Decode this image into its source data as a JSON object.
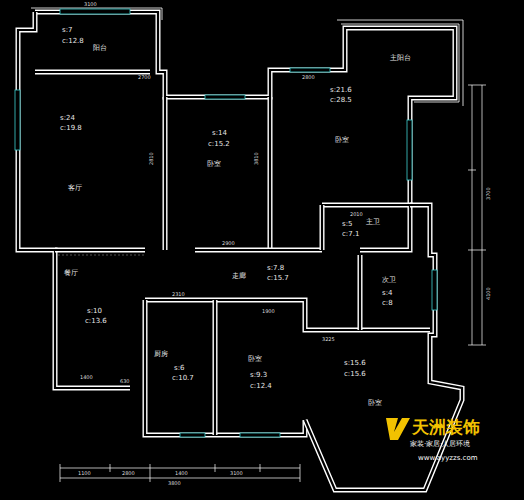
{
  "diagram": {
    "nodes": [
      {
        "text": [
          "s:7",
          "c:12.8",
          "阳台"
        ]
      },
      {
        "text": [
          "s:24",
          "c:19.8",
          "客厅"
        ]
      },
      {
        "text": [
          "s:14",
          "c:15.2",
          "卧室"
        ]
      },
      {
        "text": [
          "s:21.6",
          "c:28.5",
          "卧室"
        ]
      },
      {
        "text": [
          "主阳台"
        ]
      },
      {
        "text": [
          "主卫",
          "s:5",
          "c:7.1"
        ]
      },
      {
        "text": [
          "走廊",
          "s:7.8",
          "c:15.7"
        ]
      },
      {
        "text": [
          "次卫",
          "s:4",
          "c:8"
        ]
      },
      {
        "text": [
          "餐厅",
          "s:10",
          "c:13.6"
        ]
      },
      {
        "text": [
          "厨房",
          "s:6",
          "c:10.7"
        ]
      },
      {
        "text": [
          "卧室",
          "s:9.3",
          "c:12.4"
        ]
      },
      {
        "text": [
          "s:15.6",
          "c:15.6",
          "卧室"
        ]
      }
    ],
    "labels": [
      "天洲装饰",
      "家装·家居·人居环境",
      "www.ayyzzs.com",
      "3100",
      "2700",
      "2800",
      "2010",
      "2900",
      "2310",
      "1900",
      "3225",
      "1400",
      "630",
      "2810",
      "3810",
      "3700",
      "4100",
      "1100",
      "2800",
      "1400",
      "3100",
      "3800"
    ]
  }
}
